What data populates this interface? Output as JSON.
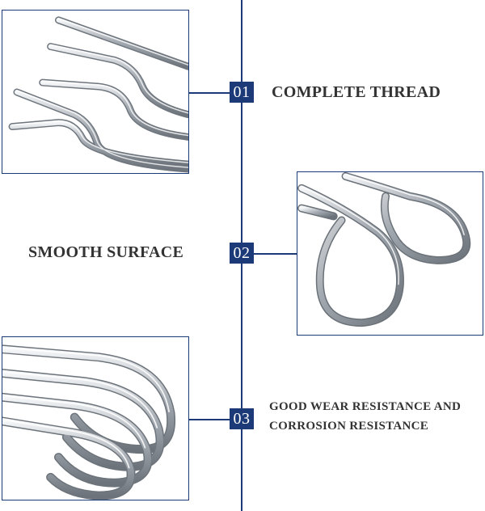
{
  "features": [
    {
      "number": "01",
      "title": "COMPLETE THREAD"
    },
    {
      "number": "02",
      "title": "SMOOTH SURFACE"
    },
    {
      "number": "03",
      "title_line1": "GOOD WEAR RESISTANCE AND",
      "title_line2": "CORROSION RESISTANCE"
    }
  ],
  "colors": {
    "accent": "#1d3a78",
    "text": "#333333",
    "metal": "#b8bcc2"
  }
}
